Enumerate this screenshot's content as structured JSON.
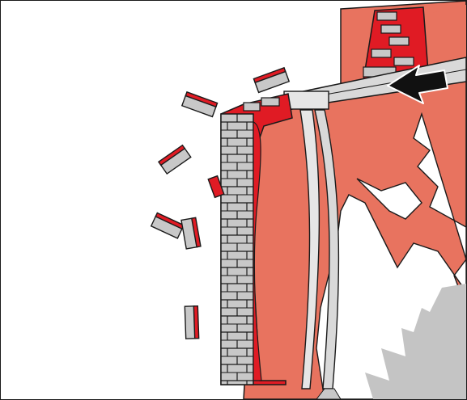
{
  "figure": {
    "description_type": "technical illustration",
    "elements": [
      "wall-panel",
      "brick-column",
      "steel-beam",
      "steel-column",
      "arrow",
      "flying-bricks",
      "fire-smoke"
    ]
  },
  "colors": {
    "wall": "#e8735f",
    "brick_red": "#e01b24",
    "brick_grey": "#c8c8c8",
    "mortar": "#ffffff",
    "steel": "#d9d9d9",
    "smoke": "#c4c4c4",
    "arrow": "#111111",
    "outline": "#1a1a1a"
  },
  "icons": {
    "arrow": "arrow-left-icon"
  }
}
